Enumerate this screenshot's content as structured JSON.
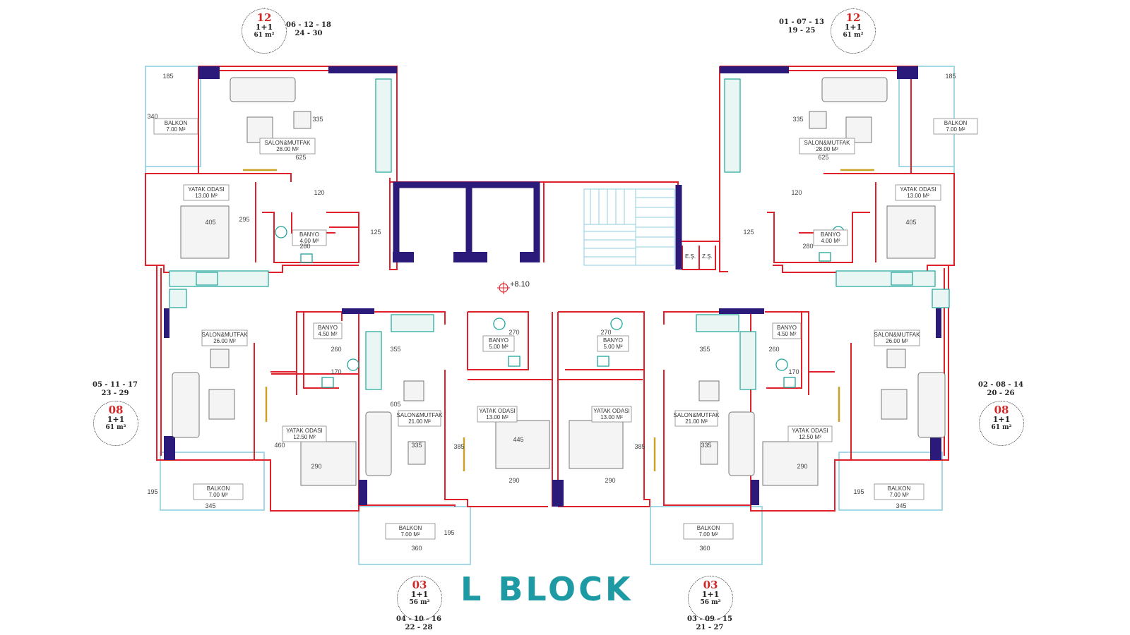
{
  "block_title": "L BLOCK",
  "level_mark": "+8.10",
  "units": [
    {
      "id": "top-left",
      "num": "12",
      "type": "1+1",
      "area": "61 m²",
      "nums": [
        "06 - 12 - 18",
        "24 - 30"
      ]
    },
    {
      "id": "top-right",
      "num": "12",
      "type": "1+1",
      "area": "61 m²",
      "nums": [
        "01 - 07 - 13",
        "19 - 25"
      ]
    },
    {
      "id": "mid-left",
      "num": "08",
      "type": "1+1",
      "area": "61 m²",
      "nums": [
        "05 - 11 - 17",
        "23 - 29"
      ]
    },
    {
      "id": "mid-right",
      "num": "08",
      "type": "1+1",
      "area": "61 m²",
      "nums": [
        "02 - 08 - 14",
        "20 - 26"
      ]
    },
    {
      "id": "bottom-left",
      "num": "03",
      "type": "1+1",
      "area": "56 m²",
      "nums": [
        "04 - 10 - 16",
        "22 - 28"
      ]
    },
    {
      "id": "bottom-right",
      "num": "03",
      "type": "1+1",
      "area": "56 m²",
      "nums": [
        "03 - 09 - 15",
        "21 - 27"
      ]
    }
  ],
  "rooms": {
    "tl_balkon": [
      "BALKON",
      "7.00 M²"
    ],
    "tl_salon": [
      "SALON&MUTFAK",
      "28.00 M²"
    ],
    "tl_yatak": [
      "YATAK ODASI",
      "13.00 M²"
    ],
    "tl_banyo": [
      "BANYO",
      "4.00 M²"
    ],
    "tr_balkon": [
      "BALKON",
      "7.00 M²"
    ],
    "tr_salon": [
      "SALON&MUTFAK",
      "28.00 M²"
    ],
    "tr_yatak": [
      "YATAK ODASI",
      "13.00 M²"
    ],
    "tr_banyo": [
      "BANYO",
      "4.00 M²"
    ],
    "ml_salon": [
      "SALON&MUTFAK",
      "26.00 M²"
    ],
    "ml_balkon": [
      "BALKON",
      "7.00 M²"
    ],
    "mr_salon": [
      "SALON&MUTFAK",
      "26.00 M²"
    ],
    "mr_balkon": [
      "BALKON",
      "7.00 M²"
    ],
    "l1_banyo": [
      "BANYO",
      "4.50 M²"
    ],
    "l1_yatak": [
      "YATAK ODASI",
      "12.50 M²"
    ],
    "l2_salon": [
      "SALON&MUTFAK",
      "21.00 M²"
    ],
    "l2_banyo": [
      "BANYO",
      "5.00 M²"
    ],
    "l2_yatak": [
      "YATAK ODASI",
      "13.00 M²"
    ],
    "l2_balkon": [
      "BALKON",
      "7.00 M²"
    ],
    "r2_banyo": [
      "BANYO",
      "5.00 M²"
    ],
    "r2_yatak": [
      "YATAK ODASI",
      "13.00 M²"
    ],
    "r2_salon": [
      "SALON&MUTFAK",
      "21.00 M²"
    ],
    "r2_balkon": [
      "BALKON",
      "7.00 M²"
    ],
    "r1_banyo": [
      "BANYO",
      "4.50 M²"
    ],
    "r1_yatak": [
      "YATAK ODASI",
      "12.50 M²"
    ]
  },
  "dims": {
    "tl_185": "185",
    "tl_340": "340",
    "tl_335": "335",
    "tl_625": "625",
    "tl_120": "120",
    "tl_405": "405",
    "tl_295": "295",
    "tl_125": "125",
    "tl_280": "280",
    "tr_185": "185",
    "tr_335": "335",
    "tr_625": "625",
    "tr_120": "120",
    "tr_405": "405",
    "tr_125": "125",
    "tr_280": "280",
    "ml_345": "345",
    "ml_195": "195",
    "mr_345": "345",
    "mr_195": "195",
    "l1_260": "260",
    "l1_170": "170",
    "l1_460": "460",
    "l1_290": "290",
    "l1_355": "355",
    "l1_605": "605",
    "l1_335": "335",
    "l2_270": "270",
    "l2_385": "385",
    "l2_445": "445",
    "l2_290": "290",
    "l2_360": "360",
    "l2_195": "195",
    "r2_270": "270",
    "r2_385": "385",
    "r2_290": "290",
    "r2_360": "360",
    "r1_260": "260",
    "r1_170": "170",
    "r1_290": "290",
    "r1_355": "355",
    "r1_335": "335"
  },
  "shaft_labels": {
    "es": "E.Ş.",
    "zs": "Z.Ş."
  },
  "colors": {
    "wall": "#e0202a",
    "column": "#2c1a7a",
    "glass": "#8ecfe0",
    "fixture": "#1fa59a",
    "title": "#1d9aa3",
    "unit_num": "#d32626"
  }
}
